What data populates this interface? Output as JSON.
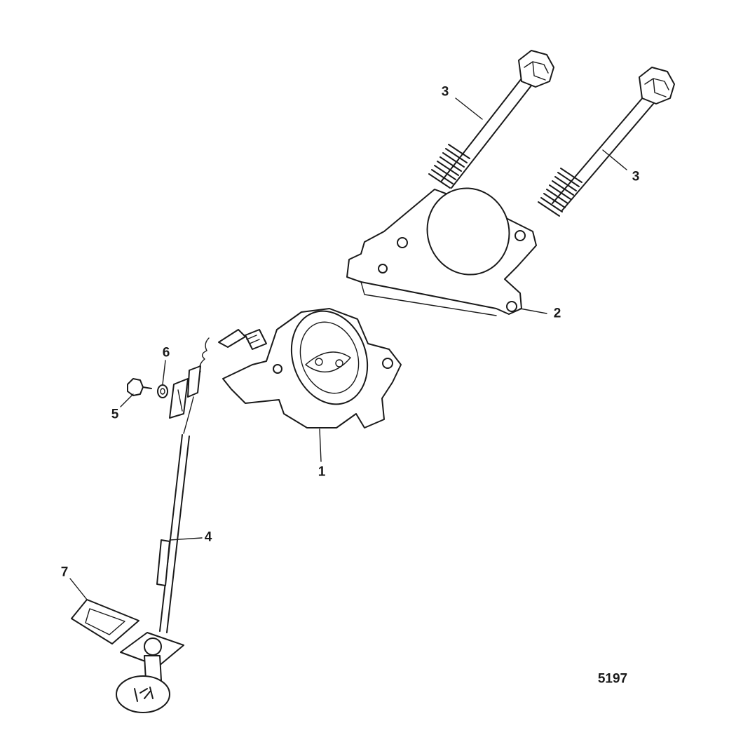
{
  "diagram": {
    "figure_number": "5197",
    "callouts": [
      {
        "id": "1",
        "label": "1"
      },
      {
        "id": "2",
        "label": "2"
      },
      {
        "id": "3a",
        "label": "3"
      },
      {
        "id": "3b",
        "label": "3"
      },
      {
        "id": "4",
        "label": "4"
      },
      {
        "id": "5",
        "label": "5"
      },
      {
        "id": "6",
        "label": "6"
      },
      {
        "id": "7",
        "label": "7"
      }
    ]
  }
}
